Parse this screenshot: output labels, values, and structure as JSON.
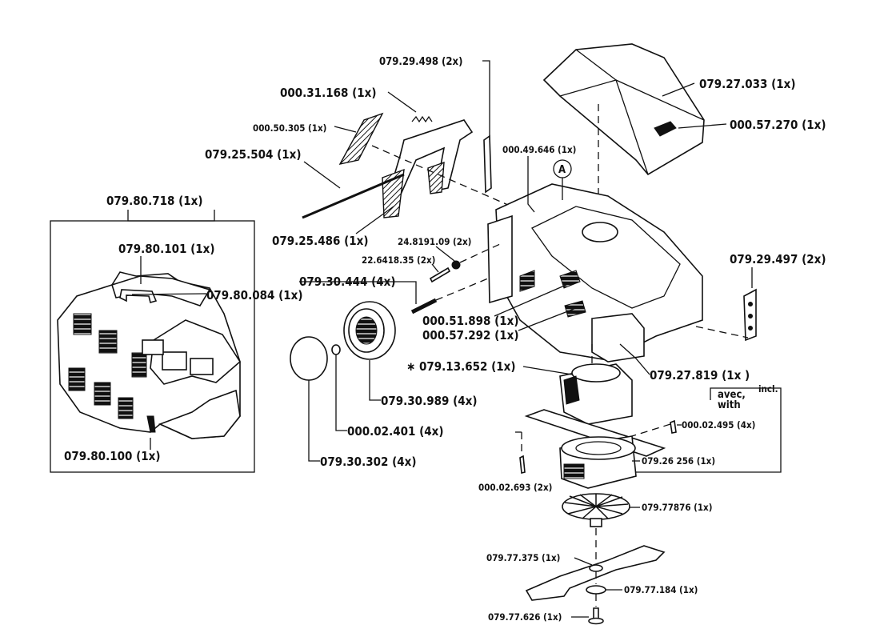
{
  "callouts": {
    "c079_29_498": "079.29.498 (2x)",
    "c000_31_168": "000.31.168 (1x)",
    "c000_50_305": "000.50.305 (1x)",
    "c079_25_504": "079.25.504 (1x)",
    "c079_25_486": "079.25.486 (1x)",
    "c079_80_718": "079.80.718 (1x)",
    "c079_80_101": "079.80.101 (1x)",
    "c079_80_084": "079.80.084 (1x)",
    "c079_80_100": "079.80.100 (1x)",
    "c000_49_646": "000.49.646 (1x)",
    "c_a_marker": "A",
    "c079_27_033": "079.27.033 (1x)",
    "c000_57_270": "000.57.270 (1x)",
    "c24_8191_09": "24.8191.09 (2x)",
    "c22_6418_35": "22.6418.35 (2x)",
    "c079_30_444": "079.30.444 (4x)",
    "c000_51_898": "000.51.898 (1x)",
    "c000_57_292": "000.57.292 (1x)",
    "c079_29_497": "079.29.497 (2x)",
    "c079_13_652": "∗ 079.13.652 (1x)",
    "c079_27_819": "079.27.819 (1x )",
    "c_avec": "avec,",
    "c_incl": "incl.",
    "c_with": "with",
    "c079_30_989": "079.30.989 (4x)",
    "c000_02_401": "000.02.401 (4x)",
    "c079_30_302": "079.30.302 (4x)",
    "c000_02_495": "000.02.495 (4x)",
    "c079_26_256": "079.26 256 (1x)",
    "c000_02_693": "000.02.693 (2x)",
    "c079_77_876": "079.77876 (1x)",
    "c079_77_375": "079.77.375 (1x)",
    "c079_77_184": "079.77.184 (1x)",
    "c079_77_626": "079.77.626 (1x)"
  }
}
